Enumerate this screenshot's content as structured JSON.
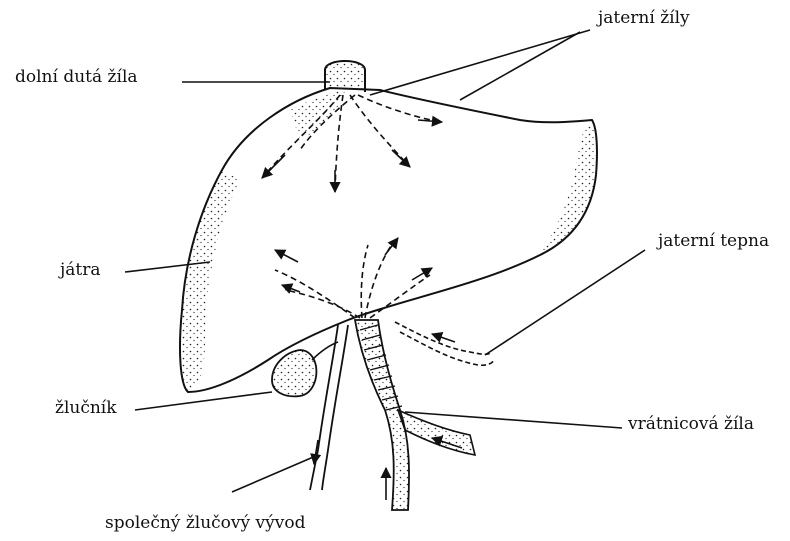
{
  "title": "",
  "labels": {
    "jaterni_zily": "jaterní žíly",
    "dolni_duta_zila": "dolní dutá žíla",
    "jatra": "játra",
    "jaterni_tepna": "jaterní tepna",
    "zlucnik": "žlučník",
    "vratnicova_zila": "vrátnicová žíla",
    "spolecny_zlucovy_vyvod": "společný žlučový vývod"
  },
  "colors": {
    "ink": "#111111",
    "background": "#ffffff"
  }
}
